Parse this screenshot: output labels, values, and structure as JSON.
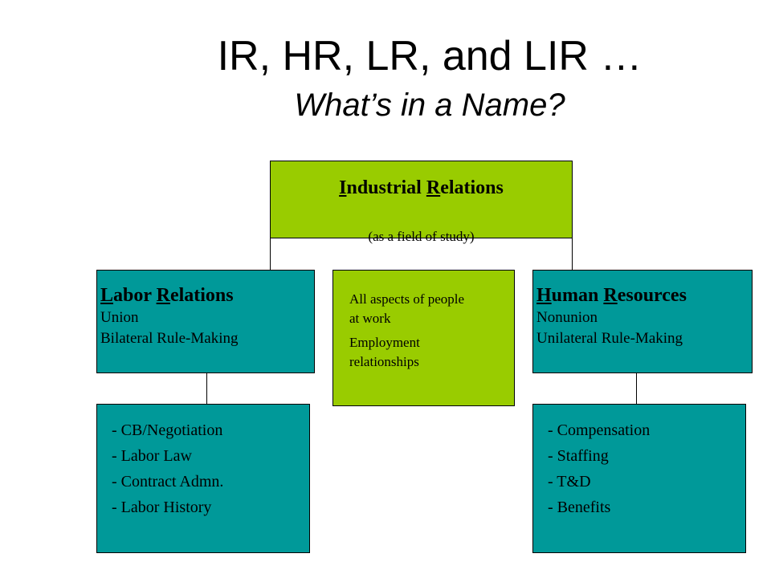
{
  "title": {
    "line1": "IR, HR, LR, and LIR …",
    "line2": "What’s in a Name?"
  },
  "industrial_relations": {
    "title_initial1": "I",
    "title_rest1": "ndustrial ",
    "title_initial2": "R",
    "title_rest2": "elations",
    "note": "(as a field of study)"
  },
  "labor_relations": {
    "head_initial1": "L",
    "head_rest1": "abor ",
    "head_initial2": "R",
    "head_rest2": "elations",
    "line1": "Union",
    "line2": "Bilateral Rule-Making"
  },
  "center": {
    "item1": "All aspects of people at work",
    "item2": "Employment relationships"
  },
  "human_resources": {
    "head_initial1": "H",
    "head_rest1": "uman ",
    "head_initial2": "R",
    "head_rest2": "esources",
    "line1": "Nonunion",
    "line2": "Unilateral Rule-Making"
  },
  "lr_details": [
    "- CB/Negotiation",
    "- Labor Law",
    "- Contract Admn.",
    "- Labor History"
  ],
  "hr_details": [
    "- Compensation",
    "- Staffing",
    "- T&D",
    "- Benefits"
  ],
  "colors": {
    "green": "#99cc00",
    "teal": "#009999",
    "line": "#000000"
  }
}
